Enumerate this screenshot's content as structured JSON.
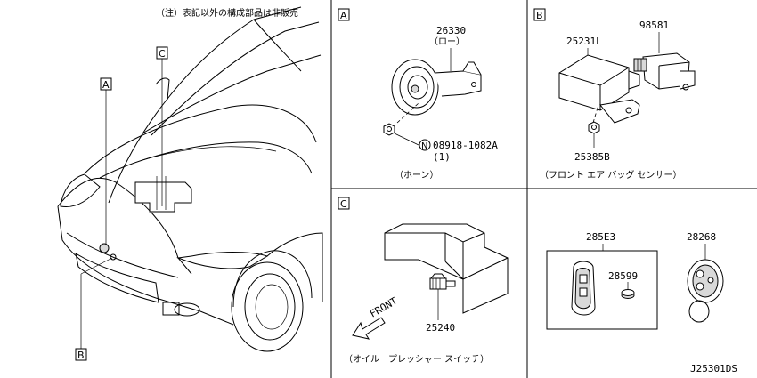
{
  "note": "（注）表記以外の構成部品は非販売",
  "callouts": {
    "a": "A",
    "b": "B",
    "c": "C"
  },
  "panels": {
    "a": {
      "tag": "A",
      "part_horn": "26330",
      "part_horn_sub": "（ロー）",
      "part_nut": "08918-1082A",
      "part_nut_prefix": "N",
      "part_nut_qty": "(1)",
      "caption": "（ホーン）"
    },
    "b": {
      "tag": "B",
      "part_sensor": "25231L",
      "part_connector": "98581",
      "part_nut": "25385B",
      "caption": "（フロント エア バッグ センサー）"
    },
    "c": {
      "tag": "C",
      "front_label": "FRONT",
      "part_switch": "25240",
      "caption": "（オイル　プレッシャー スイッチ）"
    },
    "d": {
      "part_key": "285E3",
      "part_battery": "28599",
      "part_remote": "28268"
    }
  },
  "diagram_id": "J25301DS"
}
